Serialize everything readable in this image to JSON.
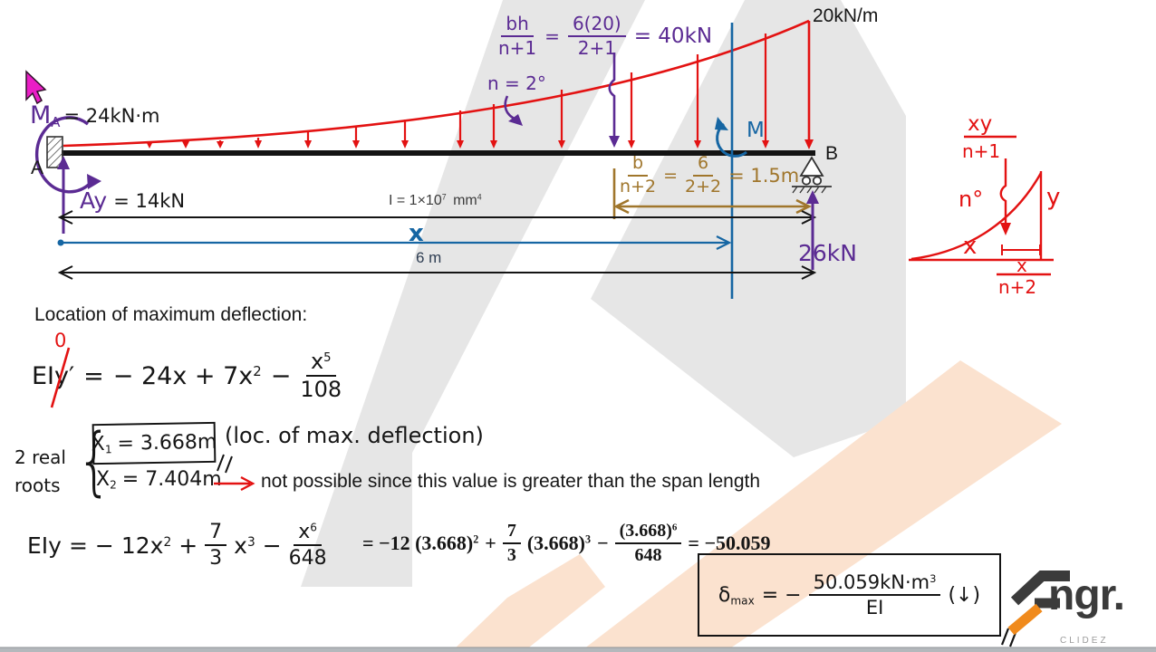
{
  "colors": {
    "load_red": "#e31212",
    "reaction_purple": "#5b2b93",
    "dimension_blue": "#1666a3",
    "dimension_brown": "#a0762c",
    "watermark_gray": "#e6e6e6",
    "watermark_peach": "#fbe2cf",
    "logo_dark": "#3b3b3b",
    "logo_orange": "#f08a1c",
    "cursor_magenta": "#ea1ec6"
  },
  "diagram": {
    "ma_prefix": "M",
    "ma_sub": "A",
    "ma_value": "= 24kN·m",
    "point_a": "A",
    "point_b": "B",
    "ay_name": "Ay",
    "ay_value": "= 14kN",
    "load_peak": "20kN/m",
    "resultant": {
      "num1": "bh",
      "den1": "n+1",
      "eq1": "=",
      "num2": "6(20)",
      "den2": "2+1",
      "result": "= 40kN"
    },
    "degree_note": "n = 2°",
    "moment_label": "M",
    "b_formula": {
      "num1": "b",
      "den1": "n+2",
      "eq1": "=",
      "num2": "6",
      "den2": "2+2",
      "result": "= 1.5m"
    },
    "inertia": {
      "base": "I = 1×10",
      "exp": "7",
      "unit": "mm",
      "unit_exp": "4"
    },
    "x_dim": "x",
    "span": "6 m",
    "rb_value": "26kN"
  },
  "ref_figure": {
    "num1": "xy",
    "den1": "n+1",
    "degree": "n°",
    "y_label": "y",
    "x_label": "x",
    "num2": "x",
    "den2": "n+2"
  },
  "solution": {
    "heading": "Location of maximum deflection:",
    "slope": {
      "lhs": "EIy",
      "prime": "′",
      "zero": "0",
      "eq": "=",
      "t1": "− 24x + 7x",
      "t1_exp": "2",
      "minus": "−",
      "num": "x",
      "num_exp": "5",
      "den": "108"
    },
    "roots_line1": "2 real",
    "roots_line2": "roots",
    "root1": {
      "name": "X",
      "sub": "1",
      "value": "= 3.668m"
    },
    "root1_note": "(loc. of max. deflection)",
    "root2": {
      "name": "X",
      "sub": "2",
      "value": "= 7.404m"
    },
    "root2_note": "not possible since this value is greater than the span length",
    "defl": {
      "lhs": "EIy",
      "eq": "=",
      "t1": "− 12x",
      "t1_exp": "2",
      "plus": "+",
      "fnum": "7",
      "fden": "3",
      "t2": "x",
      "t2_exp": "3",
      "minus": "−",
      "num": "x",
      "num_exp": "6",
      "den": "648"
    },
    "eval": {
      "lead": "= −12 (3.668)",
      "lead_exp": "2",
      "plus": "+",
      "fnum": "7",
      "fden": "3",
      "t2": "(3.668)",
      "t2_exp": "3",
      "minus": "−",
      "num": "(3.668)",
      "num_exp": "6",
      "den": "648",
      "result": "= −50.059"
    }
  },
  "result_box": {
    "delta": "δ",
    "sub": "max",
    "eq": "= −",
    "num": "50.059kN·m",
    "num_exp": "3",
    "den": "EI",
    "dir": "(↓)"
  },
  "logo": {
    "wordmark": "ngr.",
    "tagline": "CLIDEZ"
  }
}
